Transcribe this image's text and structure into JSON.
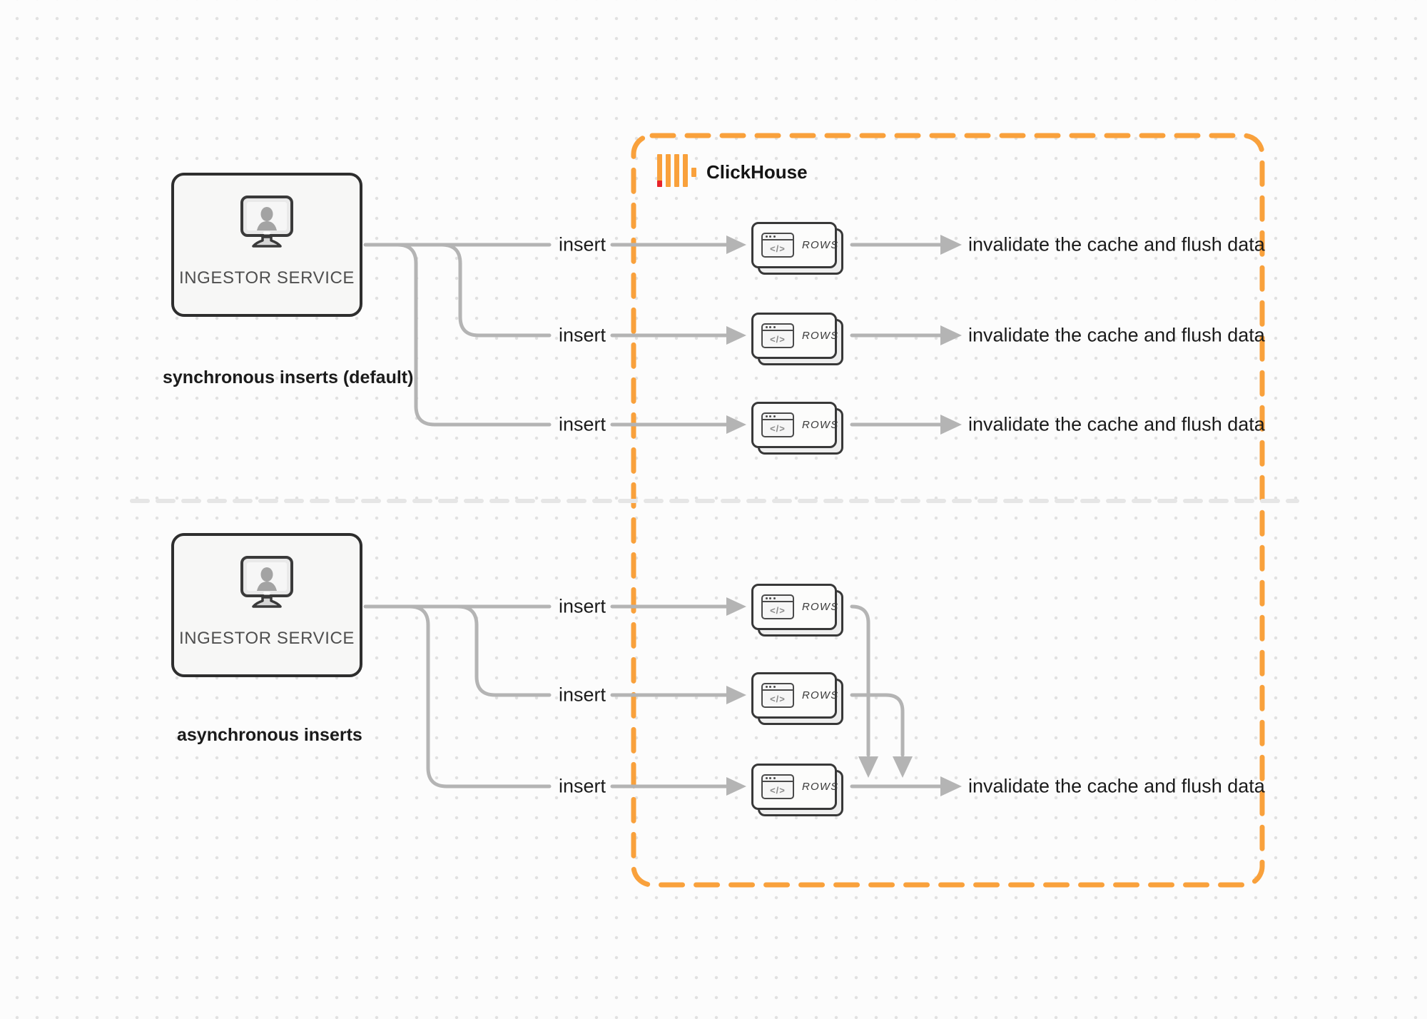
{
  "clickhouse": {
    "title": "ClickHouse",
    "boundary_style": "dashed rounded rectangle"
  },
  "nodes": {
    "ingestor": "INGESTOR SERVICE"
  },
  "sections": {
    "sync": {
      "label": "synchronous inserts (default)",
      "insert_count": 3,
      "merge": false,
      "flows": [
        {
          "insert": "insert",
          "target": "ROWS",
          "result": "invalidate the cache and flush data"
        },
        {
          "insert": "insert",
          "target": "ROWS",
          "result": "invalidate the cache and flush data"
        },
        {
          "insert": "insert",
          "target": "ROWS",
          "result": "invalidate the cache and flush data"
        }
      ]
    },
    "async": {
      "label": "asynchronous inserts",
      "insert_count": 3,
      "merge": true,
      "flows": [
        {
          "insert": "insert",
          "target": "ROWS"
        },
        {
          "insert": "insert",
          "target": "ROWS"
        },
        {
          "insert": "insert",
          "target": "ROWS"
        }
      ],
      "merged_result": "invalidate the cache and flush data"
    }
  },
  "labels": {
    "insert": "insert",
    "invalidate": "invalidate the cache and flush data",
    "rows": "ROWS",
    "code_glyph": "</>"
  },
  "colors": {
    "bg": "#fcfcfc",
    "dot": "#e1e1e1",
    "line": "#b4b4b4",
    "orange": "#f9a13c",
    "red": "#e8232a",
    "ink": "#1b1b1b",
    "divider": "#e6e6e6",
    "box_border": "#2e2e2e",
    "box_fill": "#f7f7f6",
    "card_border": "#383838",
    "card_fill": "#fcfcfb",
    "card_back": "#eeeeee"
  }
}
